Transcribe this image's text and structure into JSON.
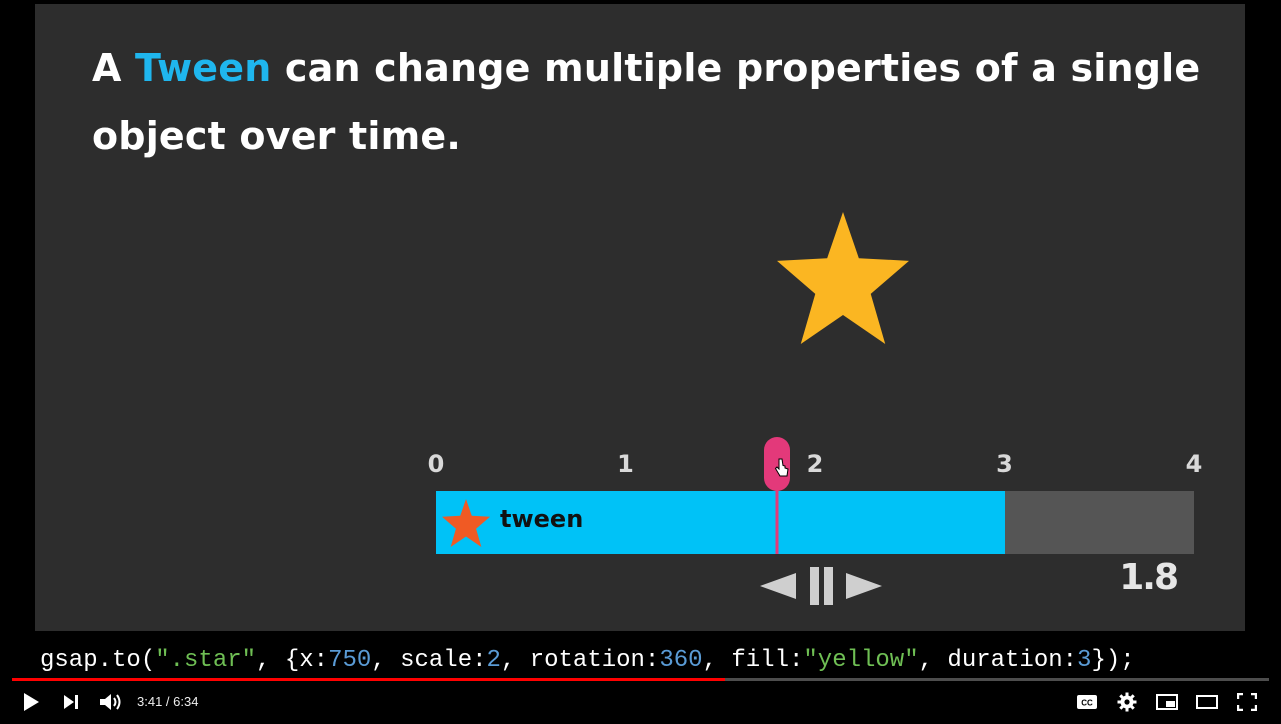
{
  "slide": {
    "headline": {
      "prefix": "A ",
      "accent": "Tween",
      "suffix": " can change multiple properties of a single object over time."
    },
    "timeline": {
      "ticks": [
        "0",
        "1",
        "2",
        "3",
        "4"
      ],
      "duration_max": 4,
      "tween_duration": 3,
      "playhead_time": 1.8,
      "tween_label": "tween",
      "time_readout": "1.8"
    },
    "colors": {
      "accent": "#1fb6ee",
      "tween_bar": "#00c2f7",
      "playhead": "#e3397a",
      "star": "#fbb622",
      "track_star": "#f05a24"
    }
  },
  "code": {
    "t1": "gsap.to(",
    "s1": "\".star\"",
    "t2": ", {x:",
    "n1": "750",
    "t3": ", scale:",
    "n2": "2",
    "t4": ", rotation:",
    "n3": "360",
    "t5": ", fill:",
    "s2": "\"yellow\"",
    "t6": ", duration:",
    "n4": "3",
    "t7": "});"
  },
  "player": {
    "time_display": "3:41 / 6:34",
    "progress_fraction": 0.5669,
    "icons": [
      "play-icon",
      "next-icon",
      "volume-icon",
      "cc-icon",
      "settings-icon",
      "miniplayer-icon",
      "theater-icon",
      "fullscreen-icon"
    ]
  }
}
